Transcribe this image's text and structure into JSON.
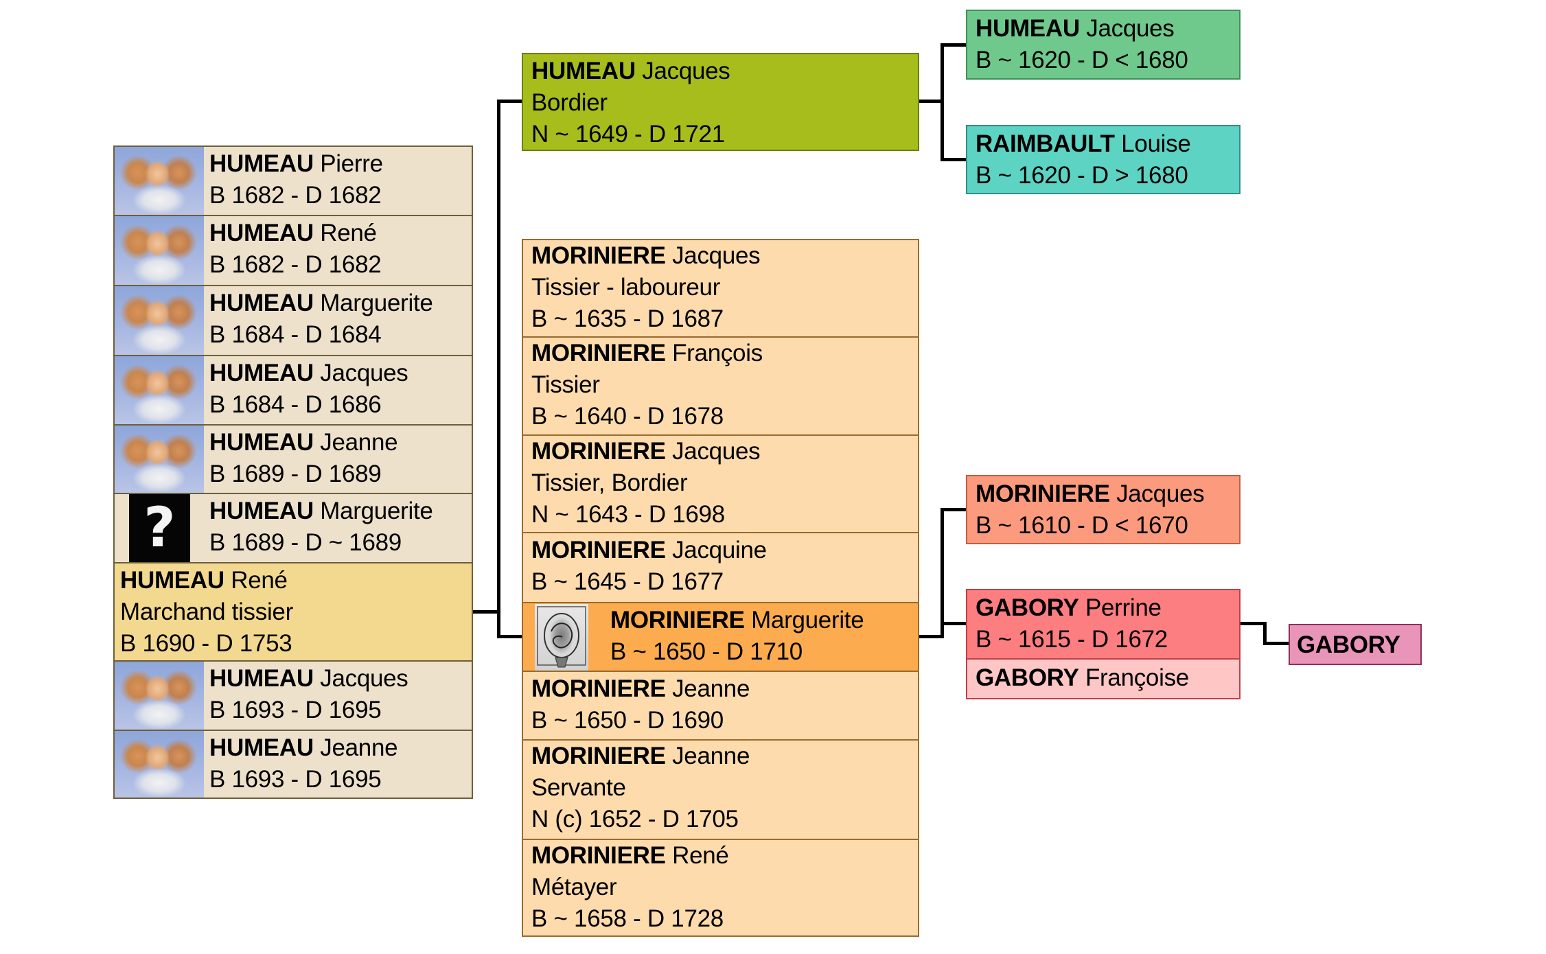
{
  "colors": {
    "siblings_bg": "#ede1cb",
    "root_bg": "#f3d98f",
    "father_bg": "#a6bd1c",
    "mother_siblings_bg": "#fddbad",
    "mother_bg": "#fcac4e",
    "paternal_grandfather_bg": "#6fc98c",
    "paternal_grandmother_bg": "#5dd3c3",
    "maternal_grandfather_bg": "#fc9a7e",
    "maternal_grandmother_bg": "#fd7e80",
    "maternal_grandmother_sibling_bg": "#ffc6c6",
    "gabory_ancestor_bg": "#e995b9",
    "connector": "#000000"
  },
  "siblings": [
    {
      "surname": "HUMEAU",
      "given": "Pierre",
      "dates": "B 1682 - D 1682",
      "photo": "cherub-image"
    },
    {
      "surname": "HUMEAU",
      "given": "René",
      "dates": "B 1682 - D 1682",
      "photo": "cherub-image"
    },
    {
      "surname": "HUMEAU",
      "given": "Marguerite",
      "dates": "B 1684 - D 1684",
      "photo": "cherub-image"
    },
    {
      "surname": "HUMEAU",
      "given": "Jacques",
      "dates": "B 1684 - D 1686",
      "photo": "cherub-image"
    },
    {
      "surname": "HUMEAU",
      "given": "Jeanne",
      "dates": "B 1689 - D 1689",
      "photo": "cherub-image"
    },
    {
      "surname": "HUMEAU",
      "given": "Marguerite",
      "dates": "B 1689 - D ~ 1689",
      "photo": "question-mark-image",
      "photo_glyph": "?"
    },
    {
      "surname": "HUMEAU",
      "given": "René",
      "occupation": "Marchand tissier",
      "dates": "B 1690 - D 1753",
      "root": true
    },
    {
      "surname": "HUMEAU",
      "given": "Jacques",
      "dates": "B 1693 - D 1695",
      "photo": "cherub-image"
    },
    {
      "surname": "HUMEAU",
      "given": "Jeanne",
      "dates": "B 1693 - D 1695",
      "photo": "cherub-image"
    }
  ],
  "father": {
    "surname": "HUMEAU",
    "given": "Jacques",
    "occupation": "Bordier",
    "dates": "N ~ 1649 - D 1721"
  },
  "mother_siblings": [
    {
      "surname": "MORINIERE",
      "given": "Jacques",
      "occupation": "Tissier - laboureur",
      "dates": "B ~ 1635 - D 1687"
    },
    {
      "surname": "MORINIERE",
      "given": "François",
      "occupation": "Tissier",
      "dates": "B ~ 1640 - D 1678"
    },
    {
      "surname": "MORINIERE",
      "given": "Jacques",
      "occupation": "Tissier, Bordier",
      "dates": "N ~ 1643 - D 1698"
    },
    {
      "surname": "MORINIERE",
      "given": "Jacquine",
      "dates": "B ~ 1645 - D 1677"
    },
    {
      "surname": "MORINIERE",
      "given": "Marguerite",
      "dates": "B ~ 1650 - D 1710",
      "photo": "engraving-image",
      "mother": true
    },
    {
      "surname": "MORINIERE",
      "given": "Jeanne",
      "dates": "B ~ 1650 - D 1690"
    },
    {
      "surname": "MORINIERE",
      "given": "Jeanne",
      "occupation": "Servante",
      "dates": "N (c) 1652 - D 1705"
    },
    {
      "surname": "MORINIERE",
      "given": "René",
      "occupation": "Métayer",
      "dates": "B ~ 1658 - D 1728"
    }
  ],
  "paternal_grandparents": [
    {
      "surname": "HUMEAU",
      "given": "Jacques",
      "dates": "B ~ 1620 - D < 1680"
    },
    {
      "surname": "RAIMBAULT",
      "given": "Louise",
      "dates": "B ~ 1620 - D > 1680"
    }
  ],
  "maternal_grandparents": [
    {
      "surname": "MORINIERE",
      "given": "Jacques",
      "dates": "B ~ 1610 - D < 1670"
    },
    {
      "surname": "GABORY",
      "given": "Perrine",
      "dates": "B ~ 1615 - D 1672"
    }
  ],
  "maternal_grandmother_sibling": {
    "surname": "GABORY",
    "given": "Françoise"
  },
  "gabory_ancestor": {
    "surname": "GABORY"
  }
}
